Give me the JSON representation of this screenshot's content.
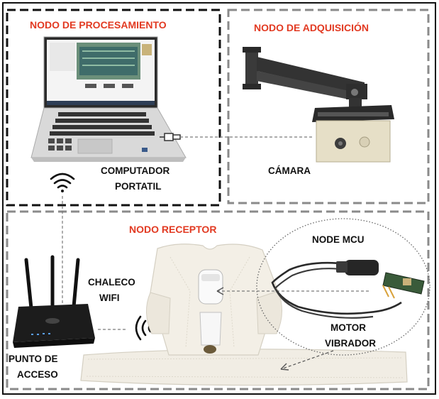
{
  "diagram": {
    "nodes": {
      "processing": {
        "title": "NODO DE PROCESAMIENTO",
        "device_label_line1": "COMPUTADOR",
        "device_label_line2": "PORTATIL"
      },
      "acquisition": {
        "title": "NODO DE ADQUISICIÓN",
        "device_label": "CÁMARA"
      },
      "receiver": {
        "title": "NODO RECEPTOR",
        "vest_label_line1": "CHALECO",
        "vest_label_line2": "WIFI",
        "mcu_label": "NODE MCU",
        "motor_label_line1": "MOTOR",
        "motor_label_line2": "VIBRADOR",
        "access_point_label_line1": "PUNTO DE",
        "access_point_label_line2": "ACCESO"
      }
    },
    "colors": {
      "title_red": "#e23a22",
      "label_black": "#111111",
      "dashed_black": "#111111",
      "dashed_gray": "#8a8a8a",
      "connector_gray": "#7a7a7a"
    },
    "icons": [
      "laptop-icon",
      "wifi-icon",
      "usb-plug-icon",
      "camera-mount-icon",
      "camera-box-icon",
      "router-icon",
      "vest-icon",
      "nodemcu-icon",
      "vibration-motor-icon"
    ]
  }
}
